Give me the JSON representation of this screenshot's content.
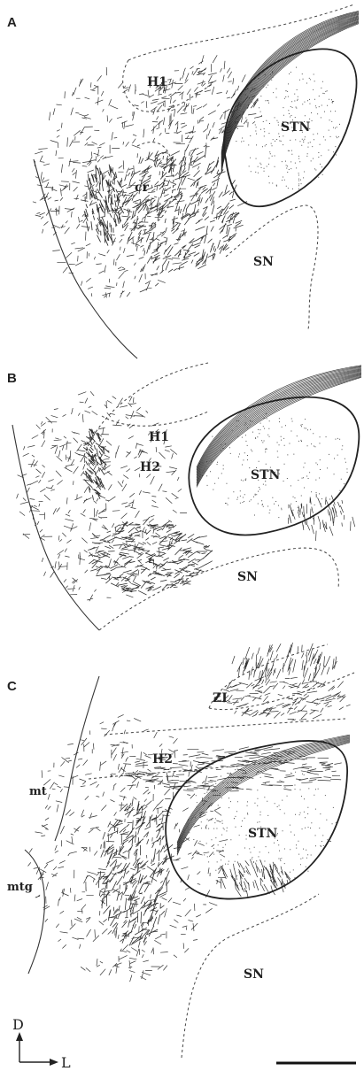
{
  "panels": [
    {
      "letter": "A",
      "labels": {
        "h1": "H1",
        "stn": "STN",
        "cr": "cr",
        "sn": "SN"
      }
    },
    {
      "letter": "B",
      "labels": {
        "h1": "H1",
        "h2": "H2",
        "stn": "STN",
        "sn": "SN"
      }
    },
    {
      "letter": "C",
      "labels": {
        "zi": "ZI",
        "h2": "H2",
        "mt": "mt",
        "mtg": "mtg",
        "stn": "STN",
        "sn": "SN"
      }
    }
  ],
  "orientation": {
    "dorsal": "D",
    "lateral": "L"
  },
  "colors": {
    "ink": "#222222",
    "background": "#ffffff"
  }
}
